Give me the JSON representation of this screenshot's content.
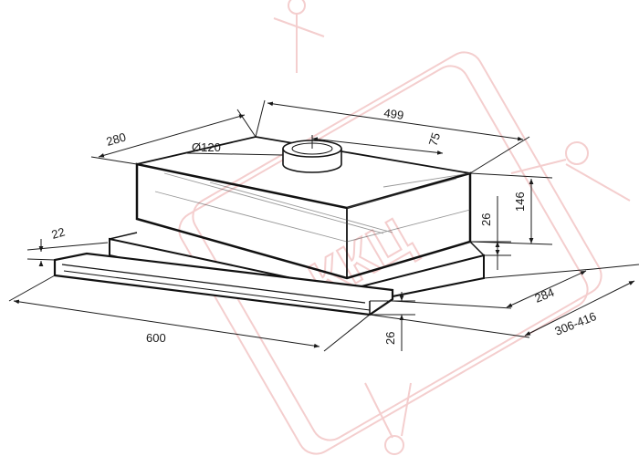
{
  "drawing": {
    "dimensions": {
      "depth_top": "280",
      "width_top": "499",
      "duct_diameter": "Ø120",
      "duct_offset": "75",
      "body_height": "146",
      "glide_height": "26",
      "front_strip": "22",
      "glide_depth": "284",
      "extension_range": "306-416",
      "overall_width": "600",
      "front_height": "26"
    },
    "watermark": {
      "text": "ККЦ",
      "color": "#f3c9c9"
    },
    "colors": {
      "line": "#1a1a1a",
      "body_stroke": "#111111"
    }
  }
}
